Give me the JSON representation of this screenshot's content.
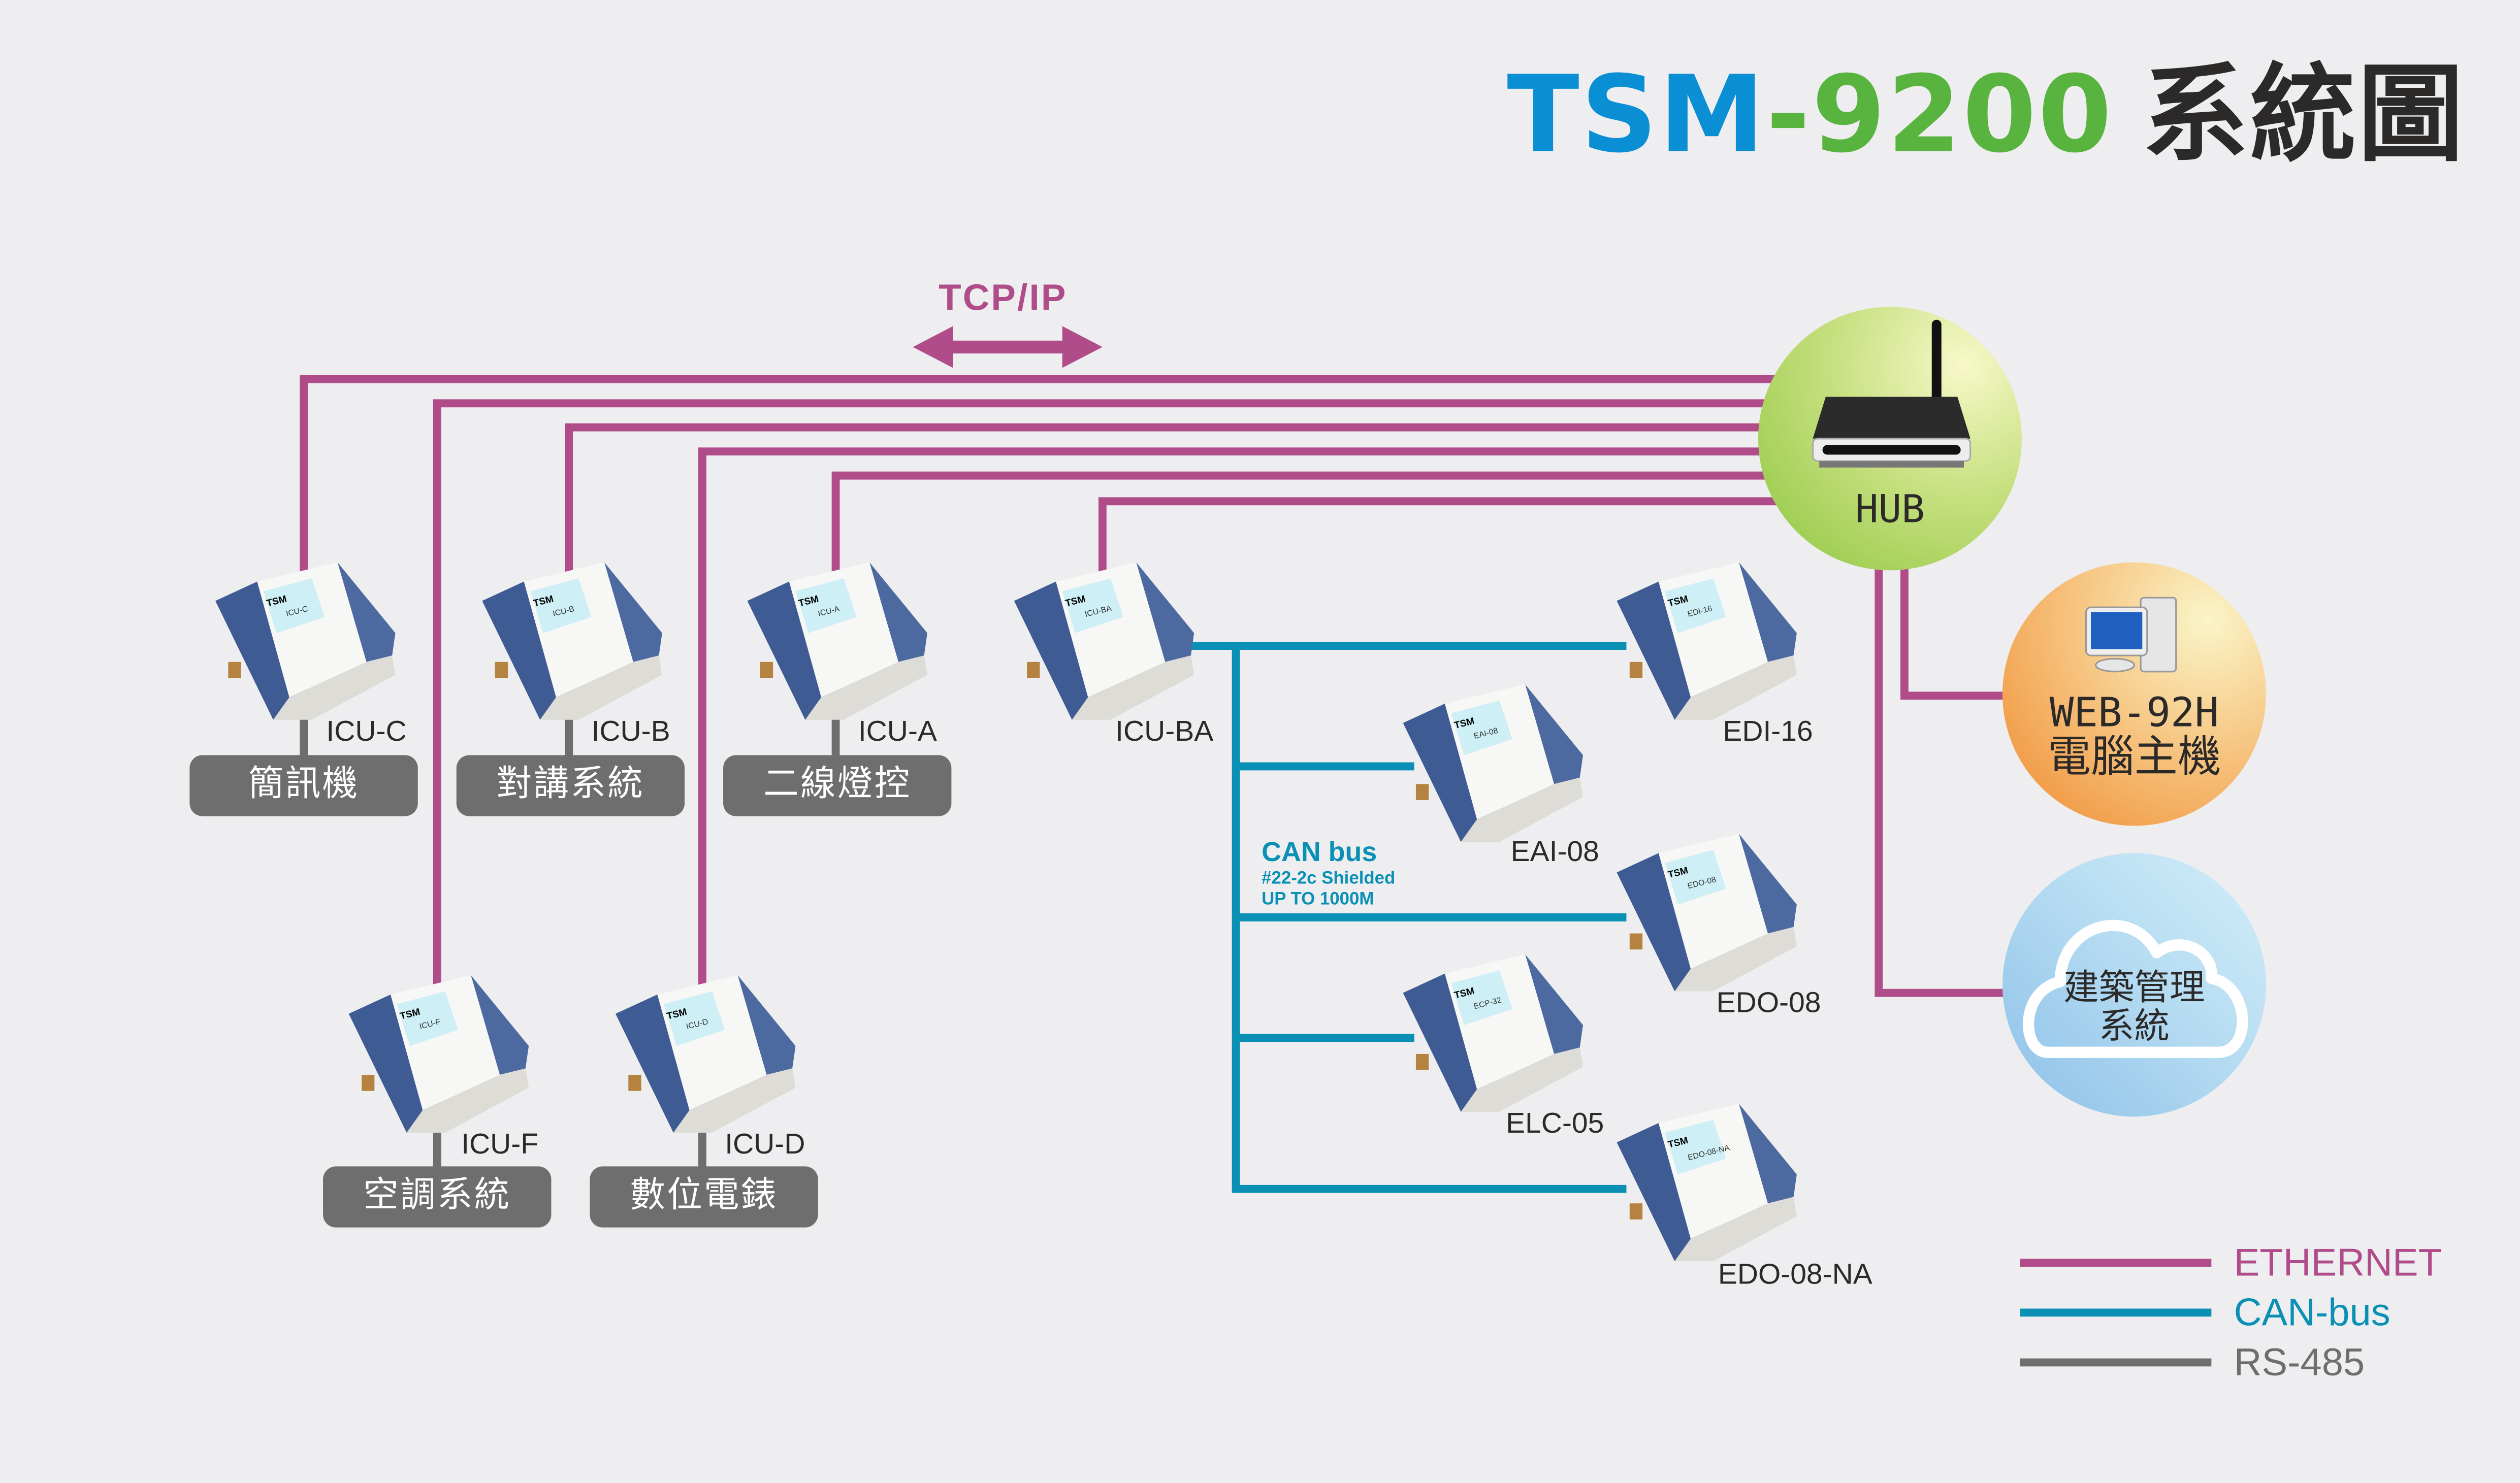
{
  "title": {
    "model_prefix": "TSM",
    "model_number": "-9200",
    "suffix": "系統圖"
  },
  "protocol_label": "TCP/IP",
  "hub": {
    "label": "HUB",
    "icon": "wireless-router-icon"
  },
  "web_host": {
    "line1": "WEB-92H",
    "line2": "電腦主機",
    "icon": "desktop-computer-icon"
  },
  "building_mgmt": {
    "line1": "建築管理",
    "line2": "系統",
    "icon": "cloud-icon"
  },
  "ethernet_devices": [
    {
      "id": "ICU-C",
      "screen": "ICU-C",
      "system": "簡訊機"
    },
    {
      "id": "ICU-B",
      "screen": "ICU-B",
      "system": "對講系統"
    },
    {
      "id": "ICU-A",
      "screen": "ICU-A",
      "system": "二線燈控"
    },
    {
      "id": "ICU-F",
      "screen": "ICU-F",
      "system": "空調系統"
    },
    {
      "id": "ICU-D",
      "screen": "ICU-D",
      "system": "數位電錶"
    },
    {
      "id": "ICU-BA",
      "screen": "ICU-BA"
    }
  ],
  "can_bus": {
    "title": "CAN bus",
    "cable": "#22-2c Shielded",
    "distance": "UP TO 1000M",
    "devices": [
      {
        "id": "EDI-16",
        "screen": "EDI-16"
      },
      {
        "id": "EAI-08",
        "screen": "EAI-08"
      },
      {
        "id": "EDO-08",
        "screen": "EDO-08"
      },
      {
        "id": "ELC-05",
        "screen": "ECP-32"
      },
      {
        "id": "EDO-08-NA",
        "screen": "EDO-08-NA"
      }
    ]
  },
  "device_brand": "TSM",
  "legend": [
    {
      "label": "ETHERNET",
      "color": "#B04C8A"
    },
    {
      "label": "CAN-bus",
      "color": "#0A90B5"
    },
    {
      "label": "RS-485",
      "color": "#6E6E6E"
    }
  ],
  "colors": {
    "ethernet": "#B04C8A",
    "canbus": "#0A90B5",
    "rs485": "#6E6E6E",
    "title_blue": "#0A8ED4",
    "title_green": "#58B43E",
    "background": "#EEEEF0"
  }
}
